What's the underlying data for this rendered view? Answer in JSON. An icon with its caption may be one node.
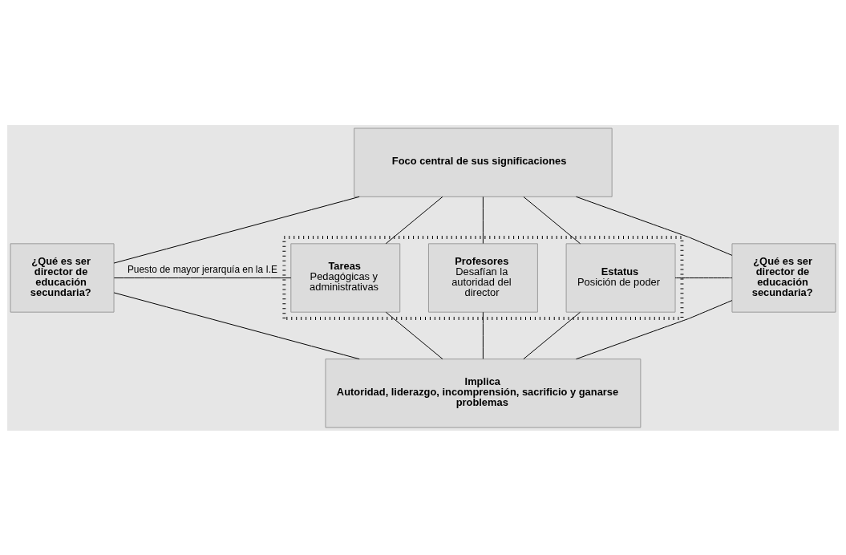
{
  "diagram": {
    "nodes": [
      {
        "text": [
          "Foco central de sus significaciones"
        ]
      },
      {
        "text": [
          "¿Qué es ser director de educación secundaria?"
        ]
      },
      {
        "text": [],
        "shape": "box"
      },
      {
        "text": [
          "Tareas",
          "Pedagógicas y administrativas"
        ],
        "in": 2
      },
      {
        "text": [
          "Profesores",
          "Desafían la autoridad del director"
        ],
        "in": 2
      },
      {
        "text": [
          "Estatus",
          "Posición de poder"
        ],
        "in": 2
      },
      {
        "text": [
          "¿Qué es ser director de educación secundaria?"
        ]
      },
      {
        "text": [
          "Implica",
          "Autoridad, liderazgo, incomprensión, sacrificio y ganarse problemas"
        ]
      }
    ],
    "edges": [
      {
        "from": 0,
        "to": 1,
        "arrow": "none"
      },
      {
        "from": 0,
        "to": 6,
        "arrow": "none"
      },
      {
        "from": 0,
        "to": 3,
        "arrow": "none"
      },
      {
        "from": 0,
        "to": 4,
        "arrow": "none"
      },
      {
        "from": 0,
        "to": 5,
        "arrow": "none"
      },
      {
        "from": 1,
        "to": 3,
        "label": "Puesto de mayor jerarquía en la I.E",
        "arrow": "none"
      },
      {
        "from": 5,
        "to": 6,
        "arrow": "none"
      },
      {
        "from": 3,
        "to": 7,
        "arrow": "none"
      },
      {
        "from": 4,
        "to": 7,
        "arrow": "none"
      },
      {
        "from": 5,
        "to": 7,
        "arrow": "none"
      },
      {
        "from": 1,
        "to": 7,
        "arrow": "none"
      },
      {
        "from": 6,
        "to": 7,
        "arrow": "none"
      }
    ]
  }
}
